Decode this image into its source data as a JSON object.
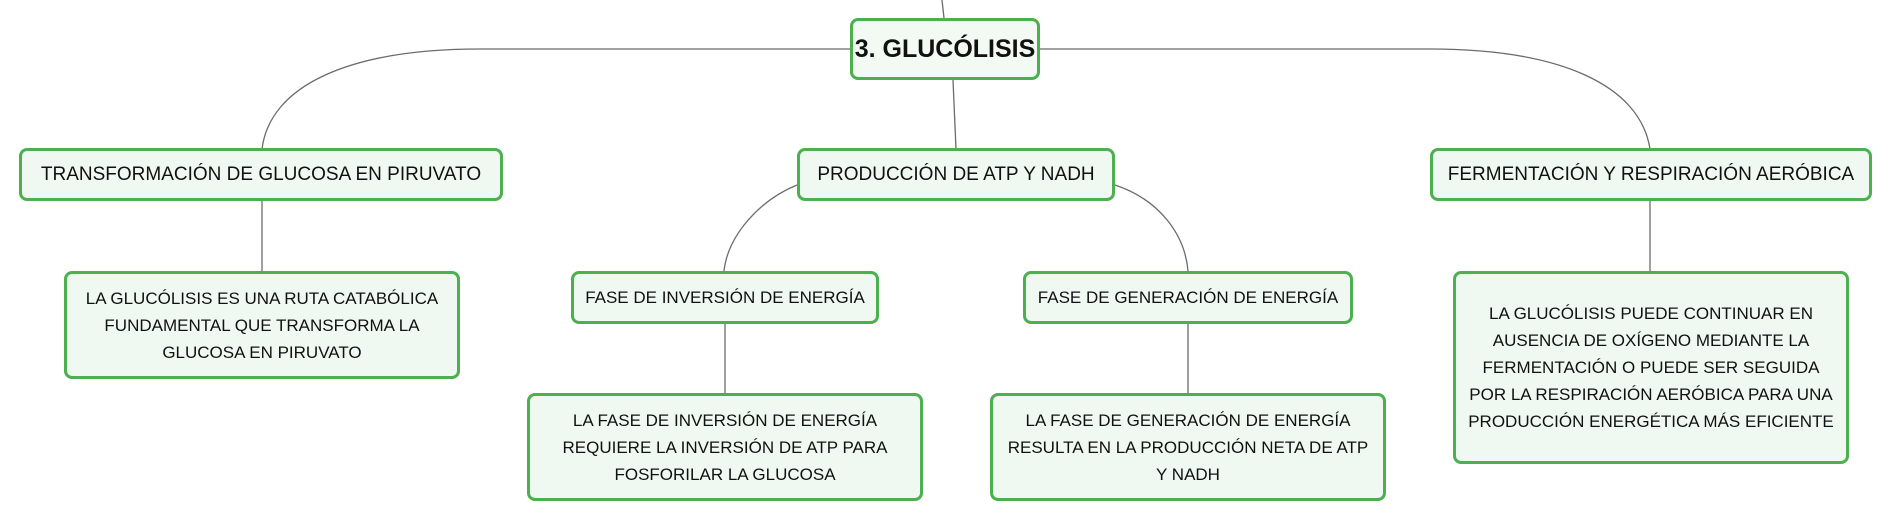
{
  "diagram": {
    "root": {
      "label": "3. GLUCÓLISIS"
    },
    "branches": [
      {
        "label": "TRANSFORMACIÓN DE GLUCOSA EN PIRUVATO",
        "detail": "LA GLUCÓLISIS ES UNA RUTA CATABÓLICA FUNDAMENTAL QUE TRANSFORMA LA GLUCOSA EN PIRUVATO"
      },
      {
        "label": "PRODUCCIÓN DE ATP Y NADH",
        "subbranches": [
          {
            "label": "FASE DE INVERSIÓN DE ENERGÍA",
            "detail": "LA FASE DE INVERSIÓN DE ENERGÍA REQUIERE LA INVERSIÓN DE ATP PARA FOSFORILAR LA GLUCOSA"
          },
          {
            "label": "FASE DE GENERACIÓN DE ENERGÍA",
            "detail": "LA FASE DE GENERACIÓN DE ENERGÍA RESULTA EN LA PRODUCCIÓN NETA DE ATP Y NADH"
          }
        ]
      },
      {
        "label": "FERMENTACIÓN Y RESPIRACIÓN AERÓBICA",
        "detail": "LA GLUCÓLISIS PUEDE CONTINUAR EN AUSENCIA DE OXÍGENO MEDIANTE LA FERMENTACIÓN O PUEDE SER SEGUIDA POR LA RESPIRACIÓN AERÓBICA PARA UNA PRODUCCIÓN ENERGÉTICA MÁS EFICIENTE"
      }
    ],
    "colors": {
      "node_border": "#4caf50",
      "node_fill": "#f0f9f1",
      "connector": "#6b6b6b",
      "text": "#111111"
    }
  }
}
